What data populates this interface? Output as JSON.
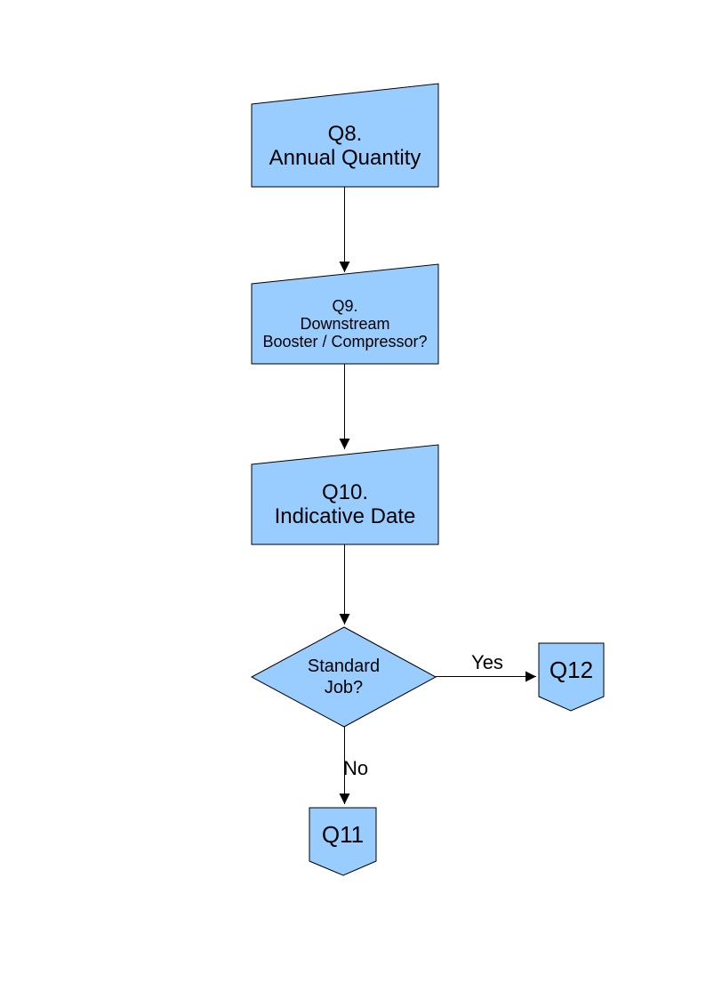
{
  "page": {
    "background": "#FFFFFF"
  },
  "flowchart": {
    "node_fill": "#99CCFF",
    "node_border": "#000000",
    "text_color": "#000000",
    "nodes": {
      "q8": {
        "shape": "manual-input",
        "line1": "Q8.",
        "line2": "Annual Quantity"
      },
      "q9": {
        "shape": "manual-input",
        "line1": "Q9.",
        "line2": "Downstream",
        "line3": "Booster / Compressor?"
      },
      "q10": {
        "shape": "manual-input",
        "line1": "Q10.",
        "line2": "Indicative Date"
      },
      "decision": {
        "shape": "decision-diamond",
        "line1": "Standard",
        "line2": "Job?"
      },
      "q12": {
        "shape": "off-page-connector",
        "line1": "Q12"
      },
      "q11": {
        "shape": "off-page-connector",
        "line1": "Q11"
      }
    },
    "edges": {
      "q8_to_q9": {
        "label": ""
      },
      "q9_to_q10": {
        "label": ""
      },
      "q10_to_decision": {
        "label": ""
      },
      "decision_to_q12": {
        "label": "Yes"
      },
      "decision_to_q11": {
        "label": "No"
      }
    }
  }
}
